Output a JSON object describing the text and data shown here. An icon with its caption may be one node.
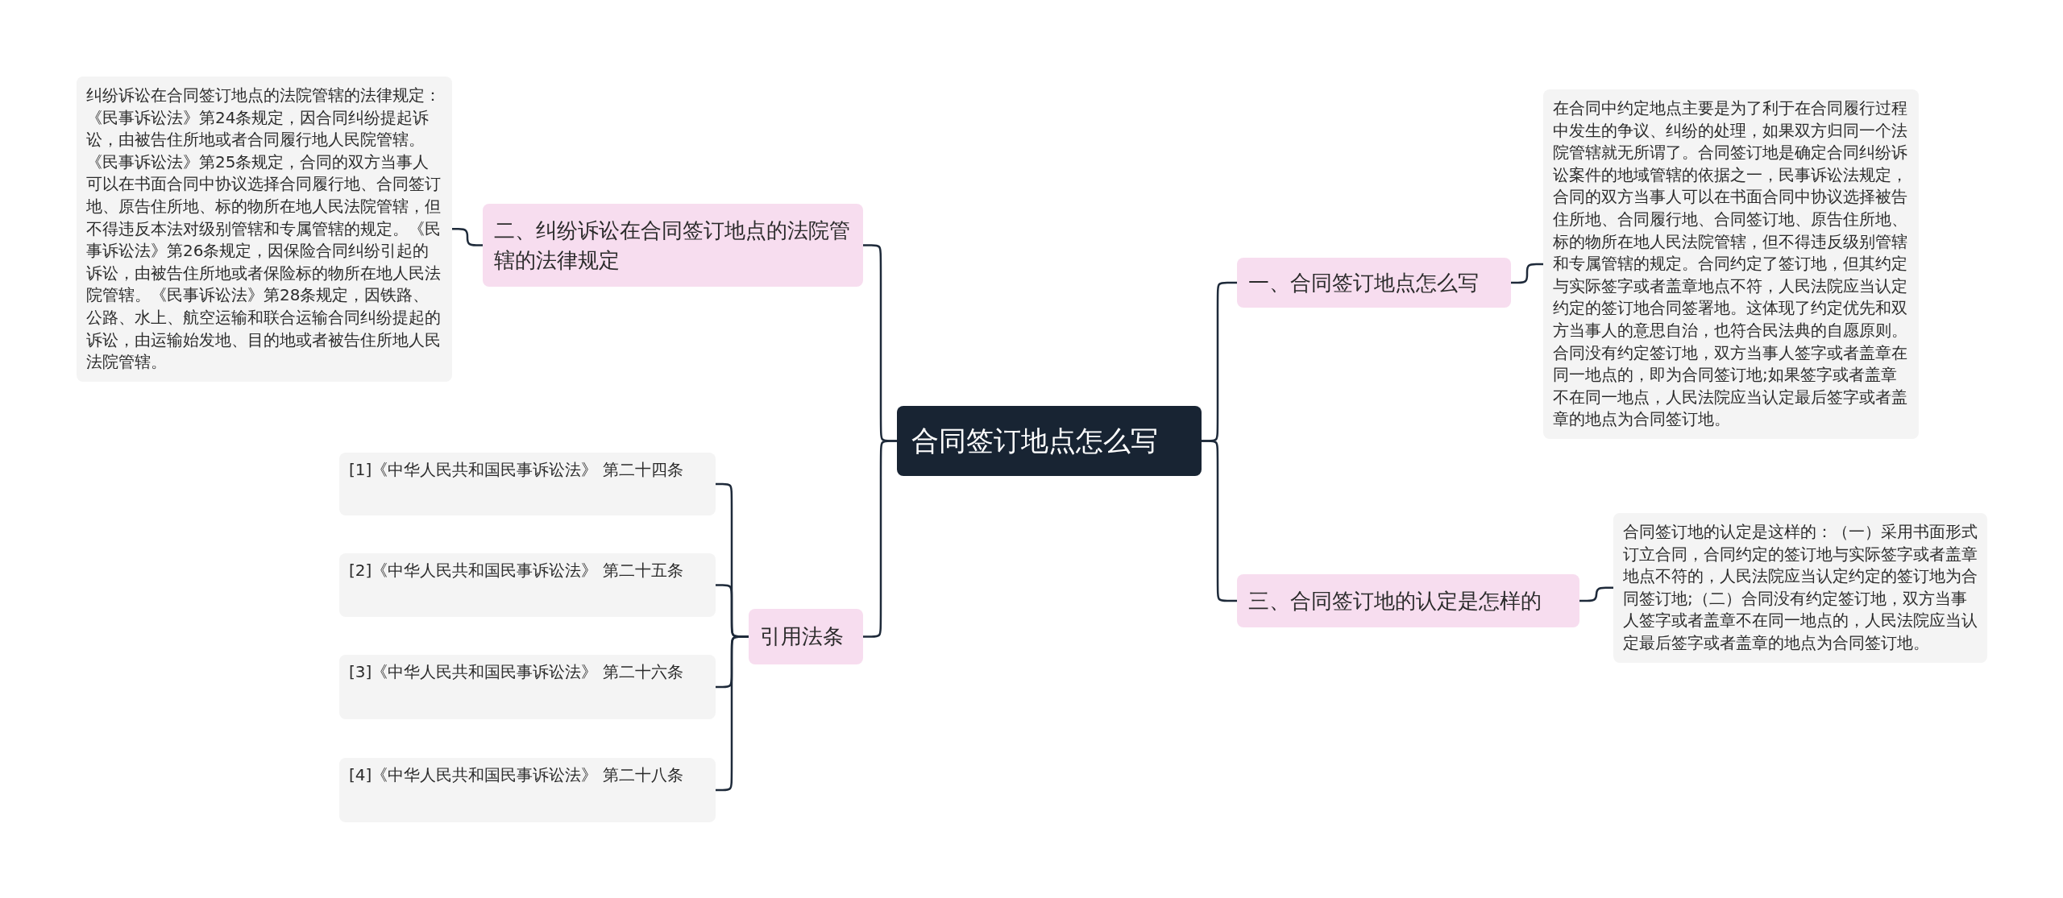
{
  "diagram": {
    "nodes": [
      {
        "text": [
          "合同签订地点怎么写"
        ]
      },
      {
        "text": [
          "一、合同签订地点怎么写"
        ]
      },
      {
        "text": [
          "在合同中约定地点主要是为了利于在合同履行过程中发生的争议、纠纷的处理，如果双方归同一个法院管辖就无所谓了。合同签订地是确定合同纠纷诉讼案件的地域管辖的依据之一，民事诉讼法规定，合同的双方当事人可以在书面合同中协议选择被告住所地、合同履行地、合同签订地、原告住所地、标的物所在地人民法院管辖，但不得违反级别管辖和专属管辖的规定。合同约定了签订地，但其约定与实际签字或者盖章地点不符，人民法院应当认定约定的签订地合同签署地。这体现了约定优先和双方当事人的意思自治，也符合民法典的自愿原则。合同没有约定签订地，双方当事人签字或者盖章在同一地点的，即为合同签订地;如果签字或者盖章不在同一地点，人民法院应当认定最后签字或者盖章的地点为合同签订地。"
        ]
      },
      {
        "text": [
          "三、合同签订地的认定是怎样的"
        ]
      },
      {
        "text": [
          "合同签订地的认定是这样的：（一）采用书面形式订立合同，合同约定的签订地与实际签字或者盖章地点不符的，人民法院应当认定约定的签订地为合同签订地;（二）合同没有约定签订地，双方当事人签字或者盖章不在同一地点的，人民法院应当认定最后签字或者盖章的地点为合同签订地。"
        ]
      },
      {
        "text": [
          "二、纠纷诉讼在合同签订地点的法院管辖的法律规定"
        ]
      },
      {
        "text": [
          "纠纷诉讼在合同签订地点的法院管辖的法律规定：《民事诉讼法》第24条规定，因合同纠纷提起诉讼，由被告住所地或者合同履行地人民院管辖。《民事诉讼法》第25条规定，合同的双方当事人可以在书面合同中协议选择合同履行地、合同签订地、原告住所地、标的物所在地人民法院管辖，但不得违反本法对级别管辖和专属管辖的规定。《民事诉讼法》第26条规定，因保险合同纠纷引起的诉讼，由被告住所地或者保险标的物所在地人民法院管辖。《民事诉讼法》第28条规定，因铁路、公路、水上、航空运输和联合运输合同纠纷提起的诉讼，由运输始发地、目的地或者被告住所地人民法院管辖。"
        ]
      },
      {
        "text": [
          "引用法条"
        ]
      },
      {
        "text": [
          "[1]《中华人民共和国民事诉讼法》 第二十四条"
        ]
      },
      {
        "text": [
          "[2]《中华人民共和国民事诉讼法》 第二十五条"
        ]
      },
      {
        "text": [
          "[3]《中华人民共和国民事诉讼法》 第二十六条"
        ]
      },
      {
        "text": [
          "[4]《中华人民共和国民事诉讼法》 第二十八条"
        ]
      }
    ],
    "edges": [
      {
        "from": 0,
        "to": 1,
        "arrow": "none"
      },
      {
        "from": 1,
        "to": 2,
        "arrow": "none"
      },
      {
        "from": 0,
        "to": 3,
        "arrow": "none"
      },
      {
        "from": 3,
        "to": 4,
        "arrow": "none"
      },
      {
        "from": 0,
        "to": 5,
        "arrow": "none"
      },
      {
        "from": 5,
        "to": 6,
        "arrow": "none"
      },
      {
        "from": 0,
        "to": 7,
        "arrow": "none"
      },
      {
        "from": 7,
        "to": 8,
        "arrow": "none"
      },
      {
        "from": 7,
        "to": 9,
        "arrow": "none"
      },
      {
        "from": 7,
        "to": 10,
        "arrow": "none"
      },
      {
        "from": 7,
        "to": 11,
        "arrow": "none"
      }
    ]
  }
}
